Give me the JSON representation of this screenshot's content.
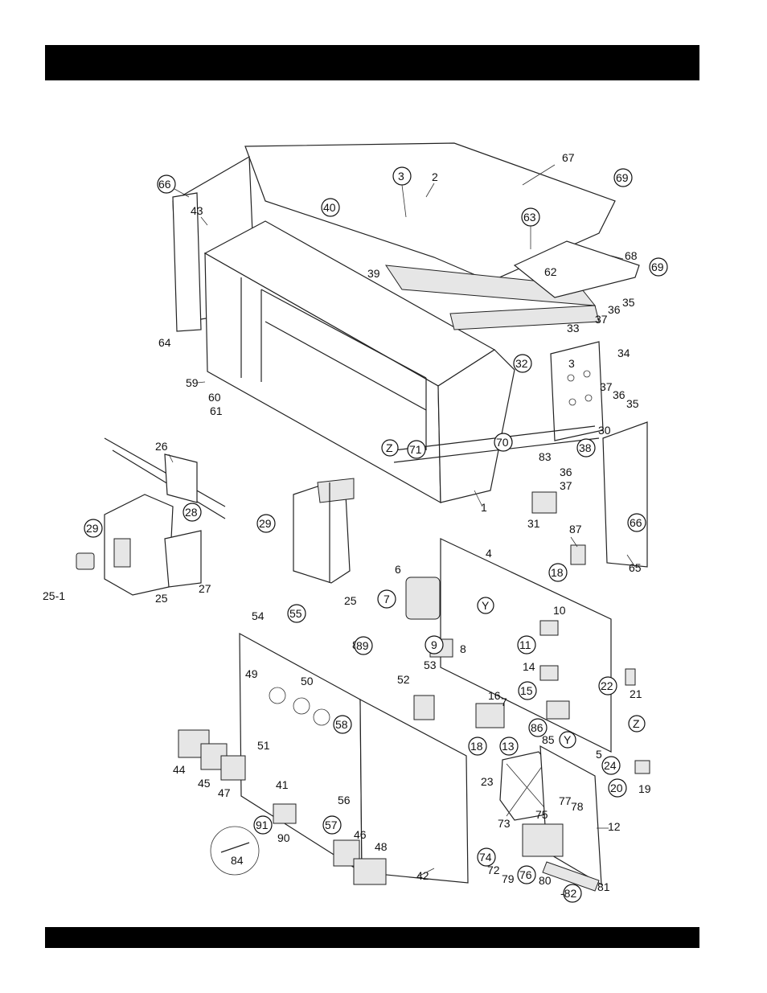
{
  "header_bar": {
    "color": "#000000"
  },
  "footer_bar": {
    "color": "#000000"
  },
  "labels": {
    "p1": "1",
    "p2": "2",
    "p3": "3",
    "p4": "4",
    "p5": "5",
    "p6": "6",
    "p7": "7",
    "p8": "8",
    "p9": "9",
    "p10": "10",
    "p11": "11",
    "p12": "12",
    "p13": "13",
    "p14": "14",
    "p15": "15",
    "p16": "16",
    "p17": "7",
    "p18a": "18",
    "p18b": "18",
    "p19": "19",
    "p20": "20",
    "p21": "21",
    "p22": "22",
    "p23": "23",
    "p24": "24",
    "p25": "25",
    "p25b": "25",
    "p25_1": "25-1",
    "p26": "26",
    "p27": "27",
    "p28": "28",
    "p29a": "29",
    "p29b": "29",
    "p30": "30",
    "p31": "31",
    "p32": "32",
    "p33": "33",
    "p34": "34",
    "p35a": "35",
    "p35b": "35",
    "p36a": "36",
    "p36b": "36",
    "p36c": "36",
    "p37a": "37",
    "p37b": "37",
    "p37c": "37",
    "p38": "38",
    "p39": "39",
    "p40": "40",
    "p41": "41",
    "p42": "42",
    "p43": "43",
    "p44": "44",
    "p45": "45",
    "p46": "46",
    "p47": "47",
    "p48": "48",
    "p49": "49",
    "p50": "50",
    "p51": "51",
    "p52": "52",
    "p53": "53",
    "p54": "54",
    "p55": "55",
    "p56": "56",
    "p57": "57",
    "p58": "58",
    "p59": "59",
    "p60": "60",
    "p61": "61",
    "p62": "62",
    "p63": "63",
    "p64": "64",
    "p65": "65",
    "p66a": "66",
    "p66b": "66",
    "p67": "67",
    "p68": "68",
    "p69a": "69",
    "p69b": "69",
    "p70": "70",
    "p71": "71",
    "p72": "72",
    "p73": "73",
    "p74": "74",
    "p75": "75",
    "p76": "76",
    "p77": "77",
    "p78": "78",
    "p79": "79",
    "p80": "80",
    "p81": "81",
    "p82": "-82",
    "p83": "83",
    "p84": "84",
    "p85": "85",
    "p86": "86",
    "p87": "87",
    "p88": "88",
    "p89": "89",
    "p90": "90",
    "p91": "91",
    "pZa": "Z",
    "pZb": "Z",
    "pYa": "Y",
    "pYb": "Y",
    "p3b": "3"
  }
}
